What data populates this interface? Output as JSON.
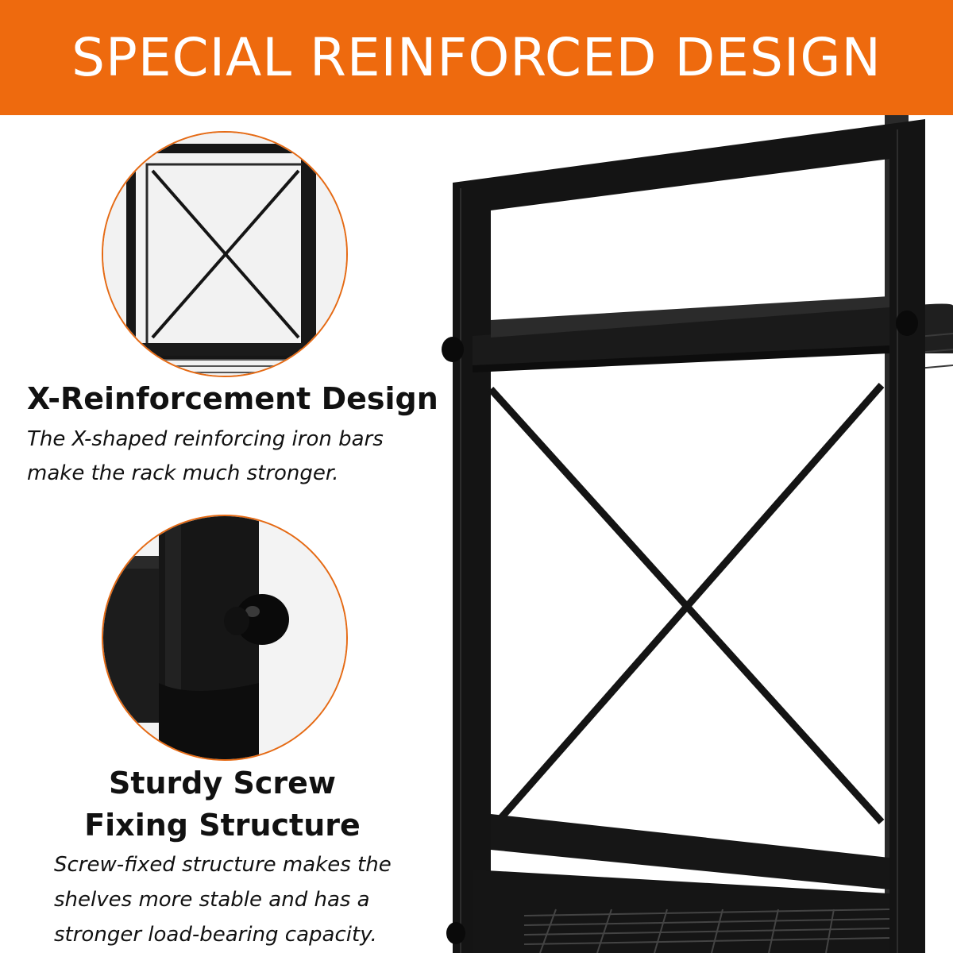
{
  "banner": {
    "title": "SPECIAL REINFORCED DESIGN",
    "color": "#ee6a0e"
  },
  "features": [
    {
      "heading_lines": [
        "X-Reinforcement Design"
      ],
      "description_lines": [
        "The X-shaped reinforcing iron bars",
        "make the rack much stronger."
      ],
      "detail_image": "x-brace-closeup"
    },
    {
      "heading_lines": [
        "Sturdy Screw",
        "Fixing Structure"
      ],
      "description_lines": [
        "Screw-fixed structure makes the",
        "shelves more stable and has a",
        "stronger load-bearing capacity."
      ],
      "detail_image": "screw-knob-closeup"
    }
  ],
  "colors": {
    "frame": "#151515",
    "accent": "#e56a14",
    "background": "#ffffff"
  }
}
